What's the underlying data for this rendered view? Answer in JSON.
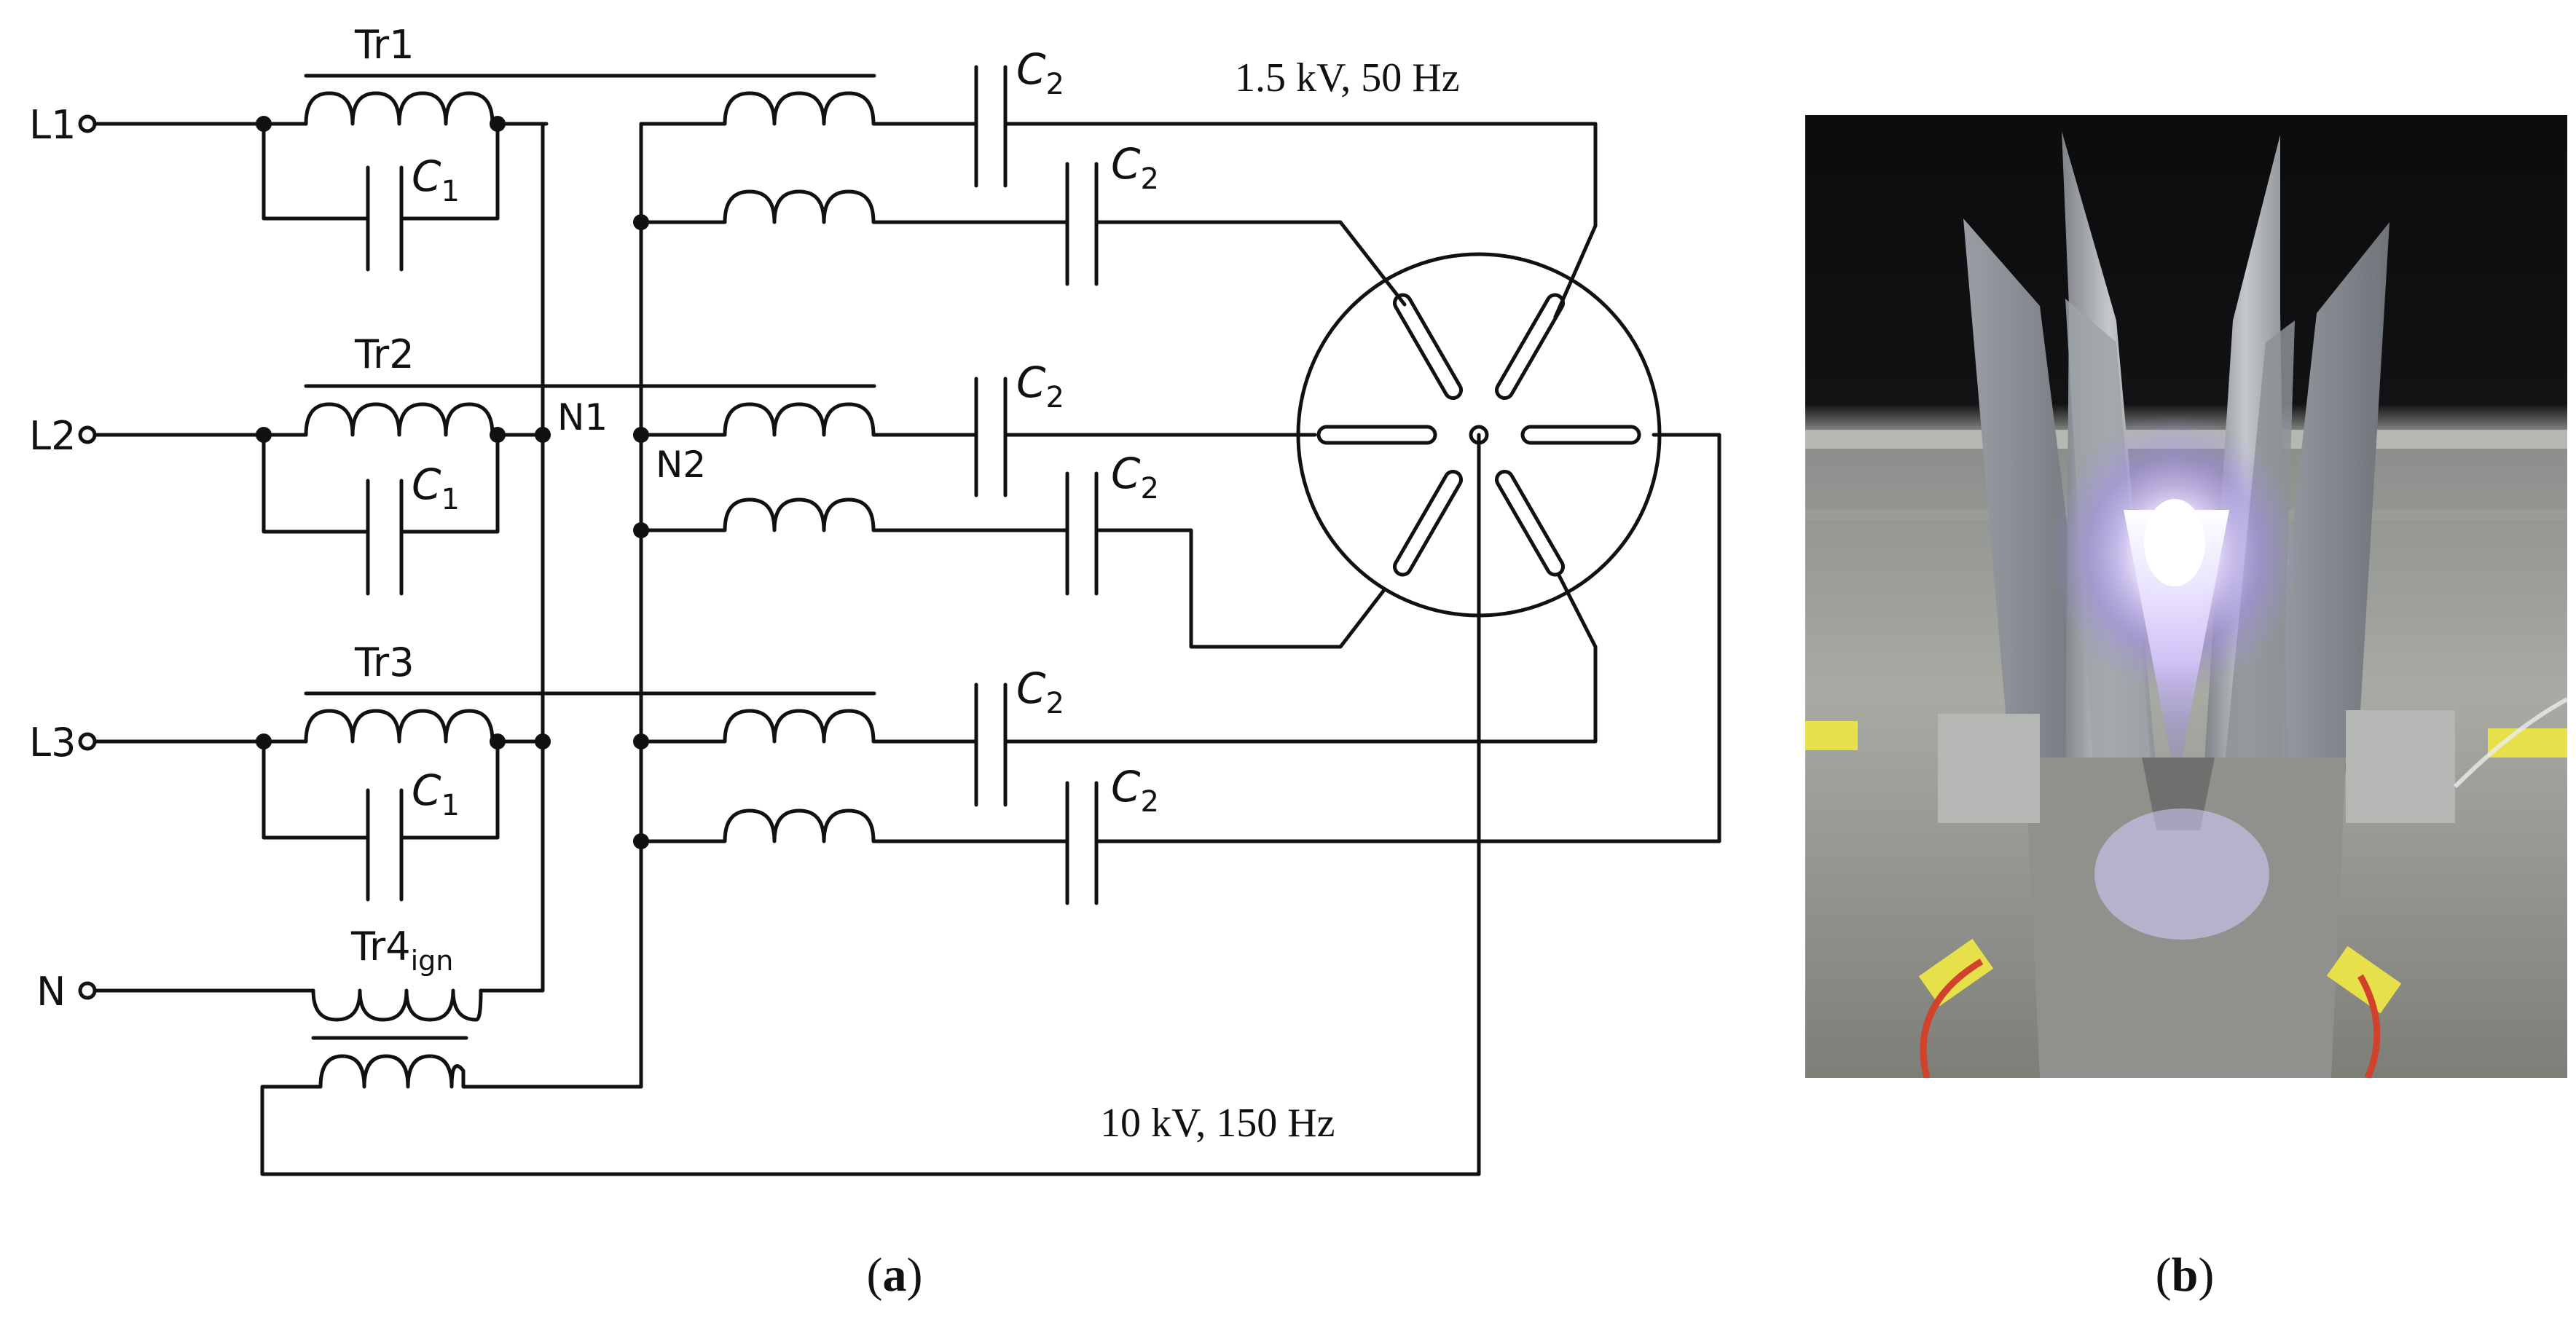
{
  "figure": {
    "panels": [
      {
        "label": "a",
        "content": "circuit-schematic"
      },
      {
        "label": "b",
        "content": "photograph"
      }
    ]
  },
  "terminals": [
    "L1",
    "L2",
    "L3",
    "N"
  ],
  "transformers": [
    {
      "name": "Tr1"
    },
    {
      "name": "Tr2"
    },
    {
      "name": "Tr3"
    },
    {
      "name": "Tr4",
      "subscript": "ign"
    }
  ],
  "nodes": [
    "N1",
    "N2"
  ],
  "capacitors": {
    "c1": {
      "symbol": "C",
      "subscript": "1"
    },
    "c2": {
      "symbol": "C",
      "subscript": "2"
    }
  },
  "supply_labels": {
    "main": "1.5 kV, 50 Hz",
    "ignition": "10 kV, 150 Hz"
  },
  "captions": {
    "a": {
      "open": "(",
      "letter": "a",
      "close": ")"
    },
    "b": {
      "open": "(",
      "letter": "b",
      "close": ")"
    }
  },
  "colors": {
    "line": "#111111",
    "photo_background": "#0b0b0c",
    "electrode": "#a9adb2",
    "plasma_core": "#ffffff",
    "plasma_glow": "#b69cff",
    "tape": "#e8e04a",
    "wire": "#d1412b"
  }
}
